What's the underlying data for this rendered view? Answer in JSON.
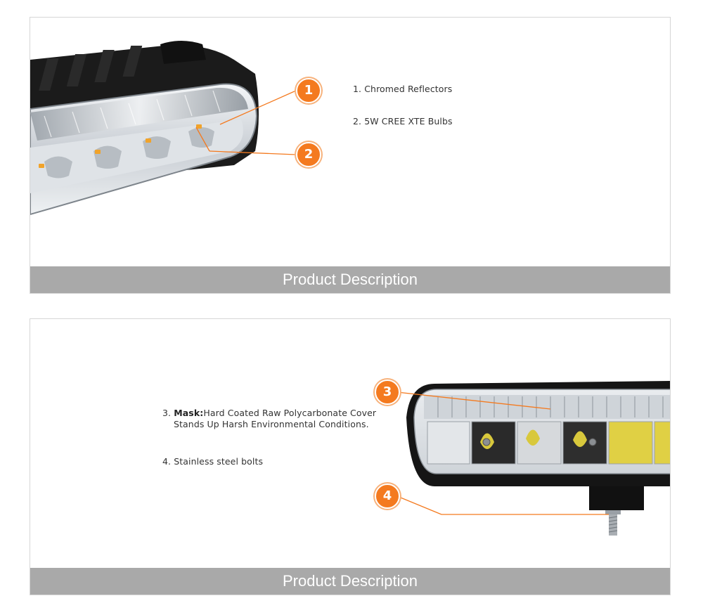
{
  "panels": [
    {
      "footer_title": "Product Description",
      "features": [
        {
          "number": "1.",
          "label": "Chromed Reflectors"
        },
        {
          "number": "2.",
          "label": "5W CREE XTE  Bulbs"
        }
      ],
      "callouts": [
        "1",
        "2"
      ]
    },
    {
      "footer_title": "Product Description",
      "features": [
        {
          "number": "3.",
          "bold": "Mask:",
          "label": "Hard  Coated  Raw Polycarbonate Cover",
          "continuation": "Stands Up Harsh  Environmental  Conditions."
        },
        {
          "number": "4.",
          "label": "Stainless steel bolts"
        }
      ],
      "callouts": [
        "3",
        "4"
      ]
    }
  ],
  "colors": {
    "accent": "#f47a1f",
    "footer_bg": "#a9a9a9",
    "border": "#d6d6d6"
  }
}
